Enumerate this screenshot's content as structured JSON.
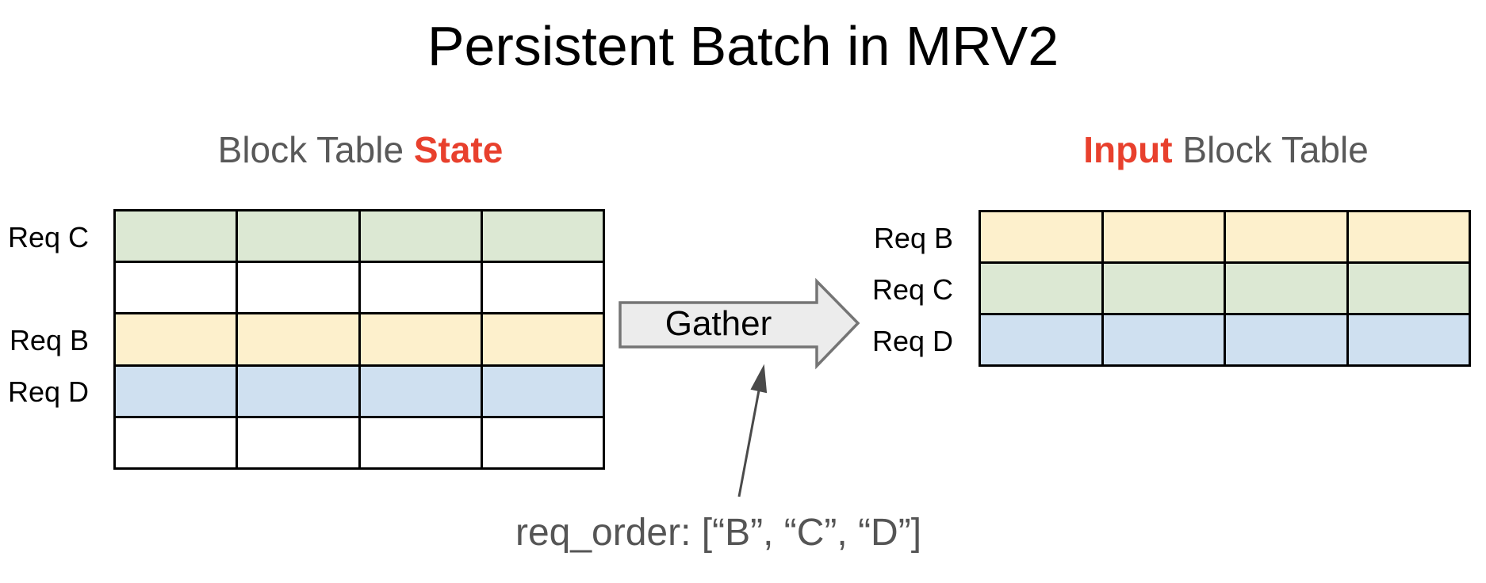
{
  "title": "Persistent Batch in MRV2",
  "left_table": {
    "heading_prefix": "Block Table ",
    "heading_emph": "State",
    "columns": 4,
    "rows": [
      {
        "label": "Req C",
        "color": "green"
      },
      {
        "label": "",
        "color": "white"
      },
      {
        "label": "Req B",
        "color": "yellow"
      },
      {
        "label": "Req D",
        "color": "blue"
      },
      {
        "label": "",
        "color": "white"
      }
    ]
  },
  "right_table": {
    "heading_emph": "Input",
    "heading_suffix": " Block Table",
    "columns": 4,
    "rows": [
      {
        "label": "Req B",
        "color": "yellow"
      },
      {
        "label": "Req C",
        "color": "green"
      },
      {
        "label": "Req D",
        "color": "blue"
      }
    ]
  },
  "gather_arrow": {
    "label": "Gather"
  },
  "annotation": {
    "text": "req_order: [“B”, “C”, “D”]"
  },
  "colors": {
    "green": "#dce8d3",
    "yellow": "#fdf0cc",
    "blue": "#cfe0f0",
    "white": "#ffffff",
    "red": "#e8402d",
    "heading_gray": "#595959",
    "annotation_gray": "#555555",
    "arrow_fill": "#ececec",
    "arrow_stroke": "#757575",
    "thin_arrow": "#4a4a4a"
  }
}
